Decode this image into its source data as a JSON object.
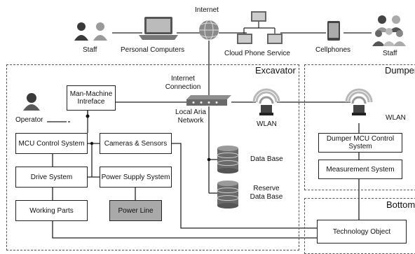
{
  "top": {
    "internet": "Internet",
    "staff_left": "Staff",
    "personal_computers": "Personal Computers",
    "cloud_phone_service": "Cloud Phone Service",
    "cellphones": "Cellphones",
    "staff_right": "Staff"
  },
  "regions": {
    "excavator": "Excavator",
    "dumper": "Dumper",
    "bottom": "Bottom"
  },
  "excavator": {
    "internet_connection": "Internet Connection",
    "local_area_network": "Local Aria Network",
    "operator": "Operator",
    "man_machine_interface": "Man-Machine Intreface",
    "mcu_control_system": "MCU Control System",
    "cameras_sensors": "Cameras & Sensors",
    "drive_system": "Drive System",
    "power_supply_system": "Power Supply System",
    "working_parts": "Working Parts",
    "power_line": "Power Line",
    "wlan": "WLAN",
    "data_base": "Data Base",
    "reserve_data_base": "Reserve Data Base"
  },
  "dumper": {
    "wlan": "WLAN",
    "mcu_control_system": "Dumper MCU Control System",
    "measurement_system": "Measurement System"
  },
  "bottom": {
    "technology_object": "Technology Object"
  },
  "colors": {
    "power_line_fill": "#a9a9a9",
    "icon_gray": "#8a8a8a",
    "icon_dark": "#3a3a3a"
  }
}
